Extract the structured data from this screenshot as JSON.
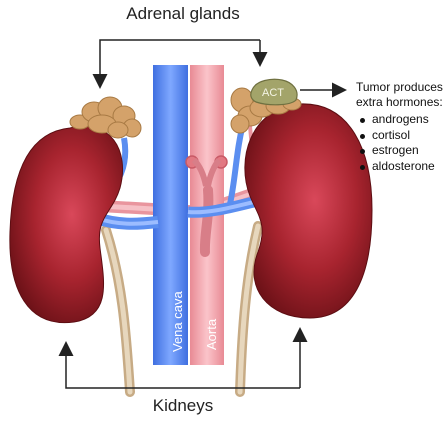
{
  "labels": {
    "adrenal_glands": "Adrenal glands",
    "kidneys": "Kidneys",
    "tumor_label": "ACT",
    "tumor_note": "Tumor produces\nextra hormones:",
    "vena_cava": "Vena cava",
    "aorta": "Aorta"
  },
  "hormones": [
    "androgens",
    "cortisol",
    "estrogen",
    "aldosterone"
  ],
  "colors": {
    "kidney": "#8e1c22",
    "kidney_highlight": "#d9485a",
    "adrenal": "#d4a26a",
    "tumor": "#a3a46a",
    "vein": "#5b8ef0",
    "artery": "#f2a2aa",
    "ureter": "#dcc6a6"
  },
  "icons": [
    "arrow-icon"
  ]
}
